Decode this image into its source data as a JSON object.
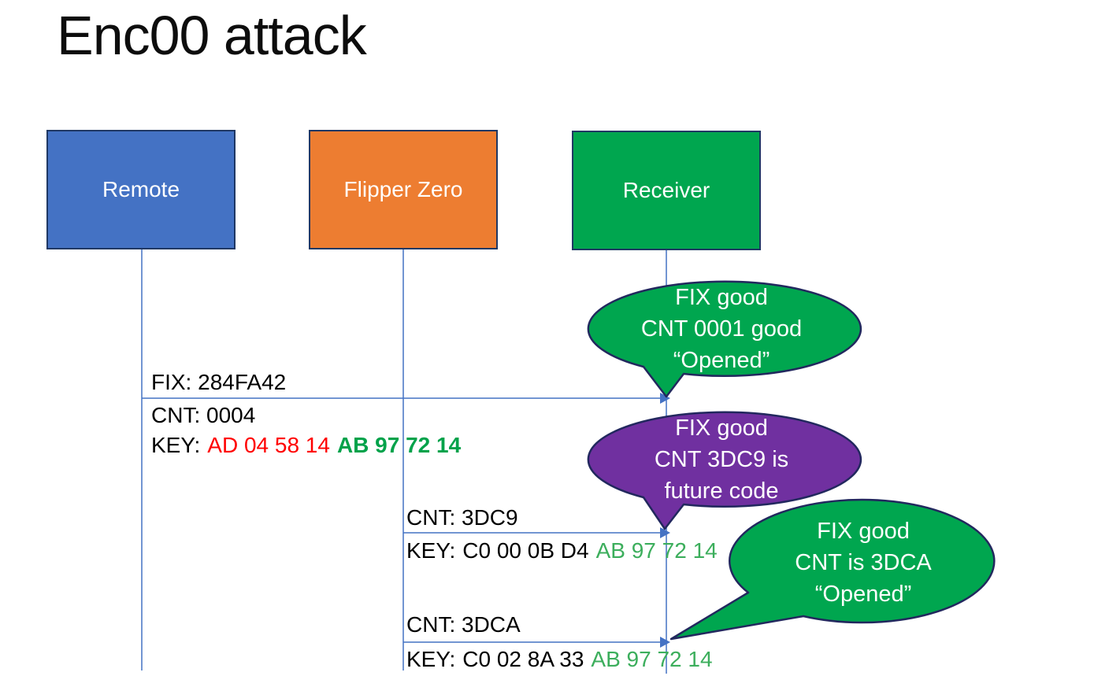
{
  "title": "Enc00 attack",
  "actors": [
    {
      "id": "remote",
      "label": "Remote",
      "color": "#4472C4"
    },
    {
      "id": "flipper",
      "label": "Flipper Zero",
      "color": "#ED7D31"
    },
    {
      "id": "receiver",
      "label": "Receiver",
      "color": "#00A64F"
    }
  ],
  "messages": [
    {
      "from": "Remote",
      "to": "Receiver",
      "fix": "FIX: 284FA42",
      "cnt": "CNT: 0004",
      "key_label": "KEY:",
      "key_red": "AD 04 58 14",
      "key_green": "AB 97 72 14"
    },
    {
      "from": "Flipper Zero",
      "to": "Receiver",
      "cnt": "CNT: 3DC9",
      "key_label": "KEY:",
      "key_black": "C0 00 0B D4",
      "key_green": "AB 97 72 14"
    },
    {
      "from": "Flipper Zero",
      "to": "Receiver",
      "cnt": "CNT: 3DCA",
      "key_label": "KEY:",
      "key_black": "C0 02 8A 33",
      "key_green": "AB 97 72 14"
    }
  ],
  "bubbles": [
    {
      "shape": "oval-callout",
      "fill": "#00A64F",
      "lines": [
        "FIX good",
        "CNT 0001 good",
        "“Opened”"
      ]
    },
    {
      "shape": "oval-callout",
      "fill": "#7030A0",
      "lines": [
        "FIX good",
        "CNT 3DC9 is",
        "future code"
      ]
    },
    {
      "shape": "oval-callout",
      "fill": "#00A64F",
      "lines": [
        "FIX good",
        "CNT is 3DCA",
        "“Opened”"
      ]
    }
  ],
  "colors": {
    "outline_navy": "#22285E",
    "box_border_navy": "#203864",
    "line_blue": "#4472C4",
    "key_red": "#FF0000",
    "key_green_bold": "#00A24A",
    "key_green": "#3CAE5C",
    "bubble_text": "#FFFFFF",
    "text_black": "#000000"
  }
}
